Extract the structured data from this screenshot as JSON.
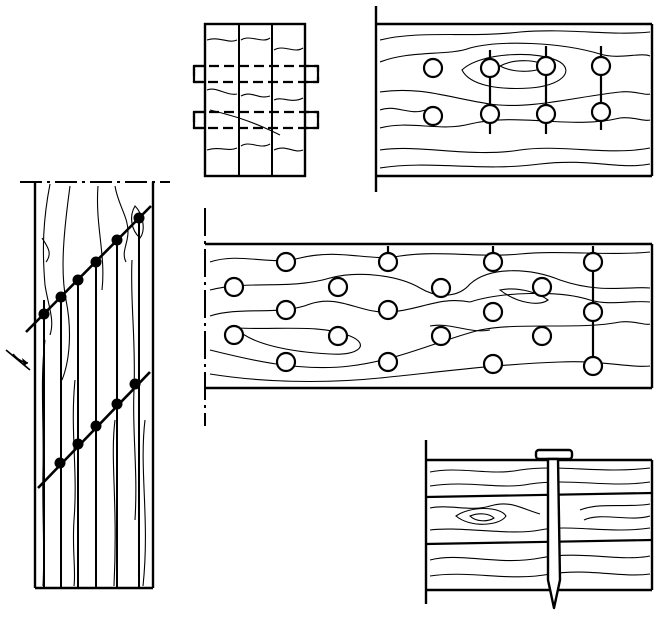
{
  "diagram": {
    "panels": [
      {
        "id": "column-with-inclined-fasteners",
        "type": "elevation"
      },
      {
        "id": "bolted-cross-section",
        "type": "section"
      },
      {
        "id": "bolted-joint-top",
        "type": "elevation"
      },
      {
        "id": "dowel-joint",
        "type": "elevation"
      },
      {
        "id": "nailed-three-member-joint",
        "type": "section"
      }
    ],
    "style": {
      "stroke": "#000000",
      "background": "#ffffff"
    }
  }
}
